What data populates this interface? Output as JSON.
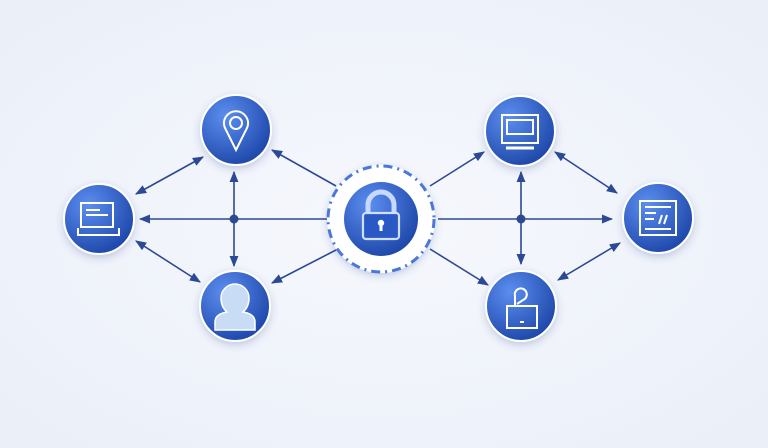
{
  "colors": {
    "background": "#eef2fa",
    "connector": "#2c4a94",
    "node_light": "#5b8ef0",
    "node_dark": "#1d46a8",
    "icon": "#ffffff"
  },
  "nodes": [
    {
      "id": "lock",
      "icon": "padlock-icon",
      "center": true
    },
    {
      "id": "left",
      "icon": "document-tray-icon"
    },
    {
      "id": "top-left",
      "icon": "location-pin-icon"
    },
    {
      "id": "bottom-left",
      "icon": "user-icon"
    },
    {
      "id": "top-right",
      "icon": "monitor-icon"
    },
    {
      "id": "right",
      "icon": "code-document-icon"
    },
    {
      "id": "bottom-right",
      "icon": "laptop-user-icon"
    }
  ]
}
